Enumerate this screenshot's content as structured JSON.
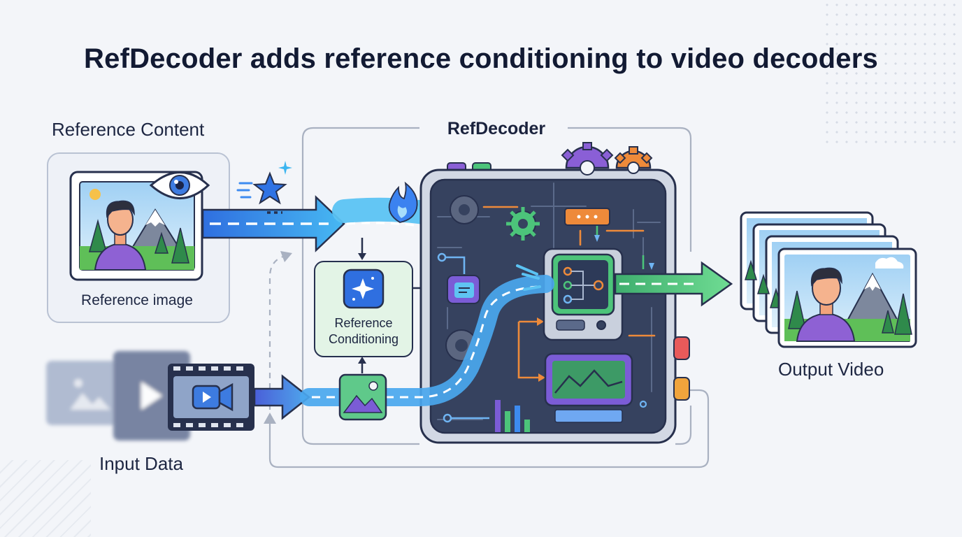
{
  "title": "RefDecoder adds reference conditioning to video decoders",
  "labels": {
    "reference_content": "Reference Content",
    "reference_image": "Reference image",
    "refdecoder": "RefDecoder",
    "reference_conditioning_line1": "Reference",
    "reference_conditioning_line2": "Conditioning",
    "input_data": "Input Data",
    "output_video": "Output Video"
  },
  "icons": [
    "eye-icon",
    "star-icon",
    "sparkle-icon",
    "flame-icon",
    "gear-icon",
    "video-camera-icon",
    "play-icon",
    "landscape-icon",
    "film-strip-icon",
    "node-graph-icon",
    "chart-icon"
  ],
  "colors": {
    "accent_blue": "#3d8bf0",
    "accent_green": "#4cc47a",
    "accent_purple": "#7b5cd6",
    "accent_orange": "#ee8a3a",
    "panel_dark": "#34405d",
    "outline": "#27304d"
  }
}
